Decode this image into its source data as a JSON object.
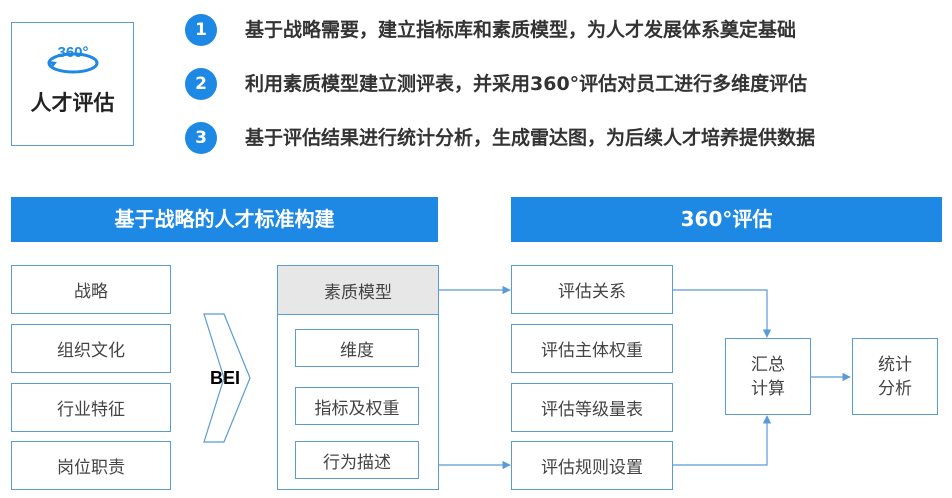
{
  "icon_card": {
    "icon_text": "360°",
    "title": "人才评估"
  },
  "points": [
    {
      "num": "1",
      "text": "基于战略需要，建立指标库和素质模型，为人才发展体系奠定基础"
    },
    {
      "num": "2",
      "text": "利用素质模型建立测评表，并采用360°评估对员工进行多维度评估"
    },
    {
      "num": "3",
      "text": "基于评估结果进行统计分析，生成雷达图，为后续人才培养提供数据"
    }
  ],
  "left_section": {
    "header": "基于战略的人才标准构建",
    "inputs": [
      "战略",
      "组织文化",
      "行业特征",
      "岗位职责"
    ],
    "bei_label": "BEI",
    "model": {
      "title": "素质模型",
      "items": [
        "维度",
        "指标及权重",
        "行为描述"
      ]
    }
  },
  "right_section": {
    "header": "360°评估",
    "items": [
      "评估关系",
      "评估主体权重",
      "评估等级量表",
      "评估规则设置"
    ],
    "summary": [
      "汇总",
      "计算"
    ],
    "analysis": [
      "统计",
      "分析"
    ]
  },
  "colors": {
    "accent": "#1e88e5",
    "border": "#5b9bd5",
    "model_title_bg": "#e7e7e7"
  }
}
